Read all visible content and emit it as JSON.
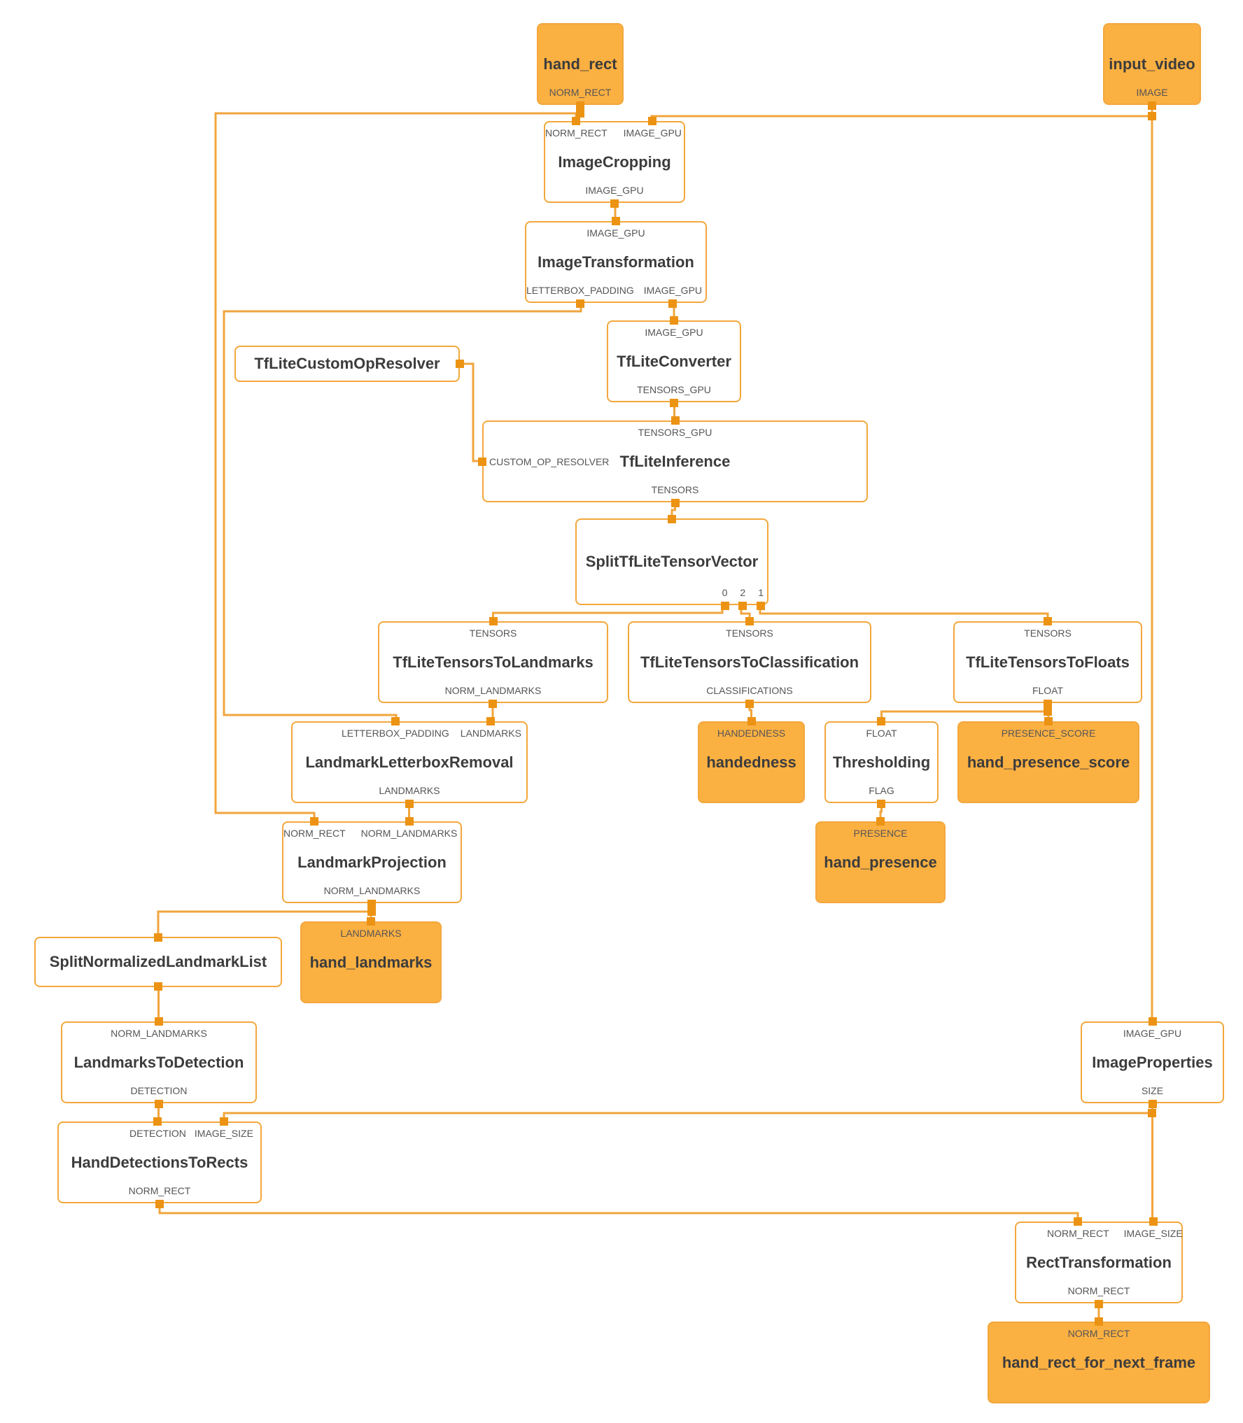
{
  "diagram": {
    "colors": {
      "edge": "#F1A53C",
      "node_border": "#F3A73C",
      "io_node_fill": "#FBB042",
      "port_marker": "#EC9314",
      "title_text": "#3C3C3C",
      "port_text": "#555555",
      "background": "#FFFFFF"
    },
    "nodes": {
      "hand_rect": {
        "title": "hand_rect",
        "bottom_ports": [
          "NORM_RECT"
        ]
      },
      "input_video": {
        "title": "input_video",
        "bottom_ports": [
          "IMAGE"
        ]
      },
      "image_cropping": {
        "title": "ImageCropping",
        "top_ports": [
          "NORM_RECT",
          "IMAGE_GPU"
        ],
        "bottom_ports": [
          "IMAGE_GPU"
        ]
      },
      "image_transformation": {
        "title": "ImageTransformation",
        "top_ports": [
          "IMAGE_GPU"
        ],
        "bottom_ports": [
          "LETTERBOX_PADDING",
          "IMAGE_GPU"
        ]
      },
      "tflite_custom_op_resolver": {
        "title": "TfLiteCustomOpResolver"
      },
      "tflite_converter": {
        "title": "TfLiteConverter",
        "top_ports": [
          "IMAGE_GPU"
        ],
        "bottom_ports": [
          "TENSORS_GPU"
        ]
      },
      "tflite_inference": {
        "title": "TfLiteInference",
        "top_ports": [
          "TENSORS_GPU"
        ],
        "side_ports": [
          "CUSTOM_OP_RESOLVER"
        ],
        "bottom_ports": [
          "TENSORS"
        ]
      },
      "split_tflite_tensor_vector": {
        "title": "SplitTfLiteTensorVector",
        "bottom_ports": [
          "0",
          "2",
          "1"
        ]
      },
      "tflite_tensors_to_landmarks": {
        "title": "TfLiteTensorsToLandmarks",
        "top_ports": [
          "TENSORS"
        ],
        "bottom_ports": [
          "NORM_LANDMARKS"
        ]
      },
      "tflite_tensors_to_classification": {
        "title": "TfLiteTensorsToClassification",
        "top_ports": [
          "TENSORS"
        ],
        "bottom_ports": [
          "CLASSIFICATIONS"
        ]
      },
      "tflite_tensors_to_floats": {
        "title": "TfLiteTensorsToFloats",
        "top_ports": [
          "TENSORS"
        ],
        "bottom_ports": [
          "FLOAT"
        ]
      },
      "landmark_letterbox_removal": {
        "title": "LandmarkLetterboxRemoval",
        "top_ports": [
          "LETTERBOX_PADDING",
          "LANDMARKS"
        ],
        "bottom_ports": [
          "LANDMARKS"
        ]
      },
      "handedness": {
        "title": "handedness",
        "top_ports": [
          "HANDEDNESS"
        ]
      },
      "thresholding": {
        "title": "Thresholding",
        "top_ports": [
          "FLOAT"
        ],
        "bottom_ports": [
          "FLAG"
        ]
      },
      "hand_presence_score": {
        "title": "hand_presence_score",
        "top_ports": [
          "PRESENCE_SCORE"
        ]
      },
      "hand_presence": {
        "title": "hand_presence",
        "top_ports": [
          "PRESENCE"
        ]
      },
      "landmark_projection": {
        "title": "LandmarkProjection",
        "top_ports": [
          "NORM_RECT",
          "NORM_LANDMARKS"
        ],
        "bottom_ports": [
          "NORM_LANDMARKS"
        ]
      },
      "split_normalized_landmark_list": {
        "title": "SplitNormalizedLandmarkList"
      },
      "hand_landmarks": {
        "title": "hand_landmarks",
        "top_ports": [
          "LANDMARKS"
        ]
      },
      "landmarks_to_detection": {
        "title": "LandmarksToDetection",
        "top_ports": [
          "NORM_LANDMARKS"
        ],
        "bottom_ports": [
          "DETECTION"
        ]
      },
      "image_properties": {
        "title": "ImageProperties",
        "top_ports": [
          "IMAGE_GPU"
        ],
        "bottom_ports": [
          "SIZE"
        ]
      },
      "hand_detections_to_rects": {
        "title": "HandDetectionsToRects",
        "top_ports": [
          "DETECTION",
          "IMAGE_SIZE"
        ],
        "bottom_ports": [
          "NORM_RECT"
        ]
      },
      "rect_transformation": {
        "title": "RectTransformation",
        "top_ports": [
          "NORM_RECT",
          "IMAGE_SIZE"
        ],
        "bottom_ports": [
          "NORM_RECT"
        ]
      },
      "hand_rect_for_next_frame": {
        "title": "hand_rect_for_next_frame",
        "top_ports": [
          "NORM_RECT"
        ]
      }
    },
    "edges": [
      {
        "from": "hand_rect.NORM_RECT",
        "to": "ImageCropping.NORM_RECT"
      },
      {
        "from": "hand_rect.NORM_RECT",
        "to": "LandmarkProjection.NORM_RECT"
      },
      {
        "from": "input_video.IMAGE",
        "to": "ImageCropping.IMAGE_GPU"
      },
      {
        "from": "input_video.IMAGE",
        "to": "ImageProperties.IMAGE_GPU"
      },
      {
        "from": "ImageCropping.IMAGE_GPU",
        "to": "ImageTransformation.IMAGE_GPU"
      },
      {
        "from": "ImageTransformation.IMAGE_GPU",
        "to": "TfLiteConverter.IMAGE_GPU"
      },
      {
        "from": "ImageTransformation.LETTERBOX_PADDING",
        "to": "LandmarkLetterboxRemoval.LETTERBOX_PADDING"
      },
      {
        "from": "TfLiteConverter.TENSORS_GPU",
        "to": "TfLiteInference.TENSORS_GPU"
      },
      {
        "from": "TfLiteCustomOpResolver",
        "to": "TfLiteInference.CUSTOM_OP_RESOLVER"
      },
      {
        "from": "TfLiteInference.TENSORS",
        "to": "SplitTfLiteTensorVector"
      },
      {
        "from": "SplitTfLiteTensorVector.0",
        "to": "TfLiteTensorsToLandmarks.TENSORS"
      },
      {
        "from": "SplitTfLiteTensorVector.2",
        "to": "TfLiteTensorsToClassification.TENSORS"
      },
      {
        "from": "SplitTfLiteTensorVector.1",
        "to": "TfLiteTensorsToFloats.TENSORS"
      },
      {
        "from": "TfLiteTensorsToLandmarks.NORM_LANDMARKS",
        "to": "LandmarkLetterboxRemoval.LANDMARKS"
      },
      {
        "from": "TfLiteTensorsToClassification.CLASSIFICATIONS",
        "to": "handedness.HANDEDNESS"
      },
      {
        "from": "TfLiteTensorsToFloats.FLOAT",
        "to": "Thresholding.FLOAT"
      },
      {
        "from": "TfLiteTensorsToFloats.FLOAT",
        "to": "hand_presence_score.PRESENCE_SCORE"
      },
      {
        "from": "Thresholding.FLAG",
        "to": "hand_presence.PRESENCE"
      },
      {
        "from": "LandmarkLetterboxRemoval.LANDMARKS",
        "to": "LandmarkProjection.NORM_LANDMARKS"
      },
      {
        "from": "LandmarkProjection.NORM_LANDMARKS",
        "to": "hand_landmarks.LANDMARKS"
      },
      {
        "from": "LandmarkProjection.NORM_LANDMARKS",
        "to": "SplitNormalizedLandmarkList"
      },
      {
        "from": "SplitNormalizedLandmarkList",
        "to": "LandmarksToDetection.NORM_LANDMARKS"
      },
      {
        "from": "LandmarksToDetection.DETECTION",
        "to": "HandDetectionsToRects.DETECTION"
      },
      {
        "from": "ImageProperties.SIZE",
        "to": "HandDetectionsToRects.IMAGE_SIZE"
      },
      {
        "from": "ImageProperties.SIZE",
        "to": "RectTransformation.IMAGE_SIZE"
      },
      {
        "from": "HandDetectionsToRects.NORM_RECT",
        "to": "RectTransformation.NORM_RECT"
      },
      {
        "from": "RectTransformation.NORM_RECT",
        "to": "hand_rect_for_next_frame.NORM_RECT"
      }
    ]
  }
}
